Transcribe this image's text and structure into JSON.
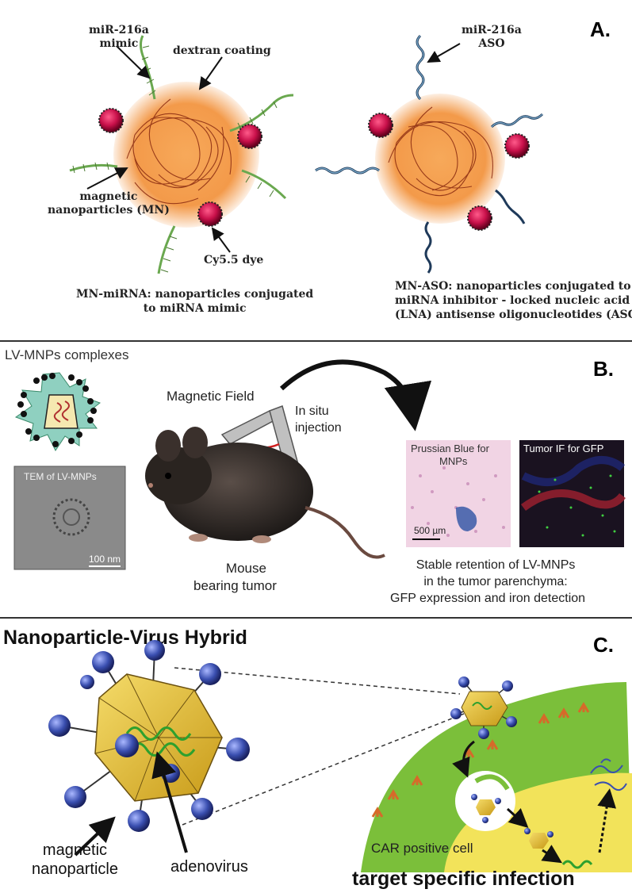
{
  "panel_a": {
    "letter": "A.",
    "mimic_label_1": "miR-216a",
    "mimic_label_2": "mimic",
    "dextran_label": "dextran coating",
    "mn_label_1": "magnetic",
    "mn_label_2": "nanoparticles (MN)",
    "dye_label": "Cy5.5 dye",
    "aso_label_1": "miR-216a",
    "aso_label_2": "ASO",
    "left_caption_1": "MN-miRNA: nanoparticles conjugated",
    "left_caption_2": "to miRNA mimic",
    "right_caption_1": "MN-ASO: nanoparticles conjugated to",
    "right_caption_2": "miRNA inhibitor - locked nucleic acid",
    "right_caption_3": "(LNA) antisense oligonucleotides (ASO)"
  },
  "panel_b": {
    "letter": "B.",
    "complex_title": "LV-MNPs complexes",
    "tem_label": "TEM of LV-MNPs",
    "tem_scale": "100 nm",
    "magnetic_field": "Magnetic Field",
    "injection_1": "In situ",
    "injection_2": "injection",
    "mouse_1": "Mouse",
    "mouse_2": "bearing tumor",
    "prussian_1": "Prussian Blue for",
    "prussian_2": "MNPs",
    "prussian_scale": "500 µm",
    "tumor_if": "Tumor IF for GFP",
    "retention_1": "Stable retention of LV-MNPs",
    "retention_2": "in the tumor parenchyma:",
    "retention_3": "GFP expression and iron detection"
  },
  "panel_c": {
    "letter": "C.",
    "title": "Nanoparticle-Virus Hybrid",
    "mnp_label_1": "magnetic",
    "mnp_label_2": "nanoparticle",
    "adeno_label": "adenovirus",
    "cell_label": "CAR positive cell",
    "bottom_title": "target specific infection"
  },
  "colors": {
    "core_orange": "#f39a4a",
    "dye_red": "#c8104a",
    "strand_green": "#6aa84f",
    "capsid_yellow": "#e8c23a",
    "bead_blue": "#3a4fb0",
    "cell_green": "#7bbf3a",
    "cell_yellow": "#f2e35a"
  }
}
